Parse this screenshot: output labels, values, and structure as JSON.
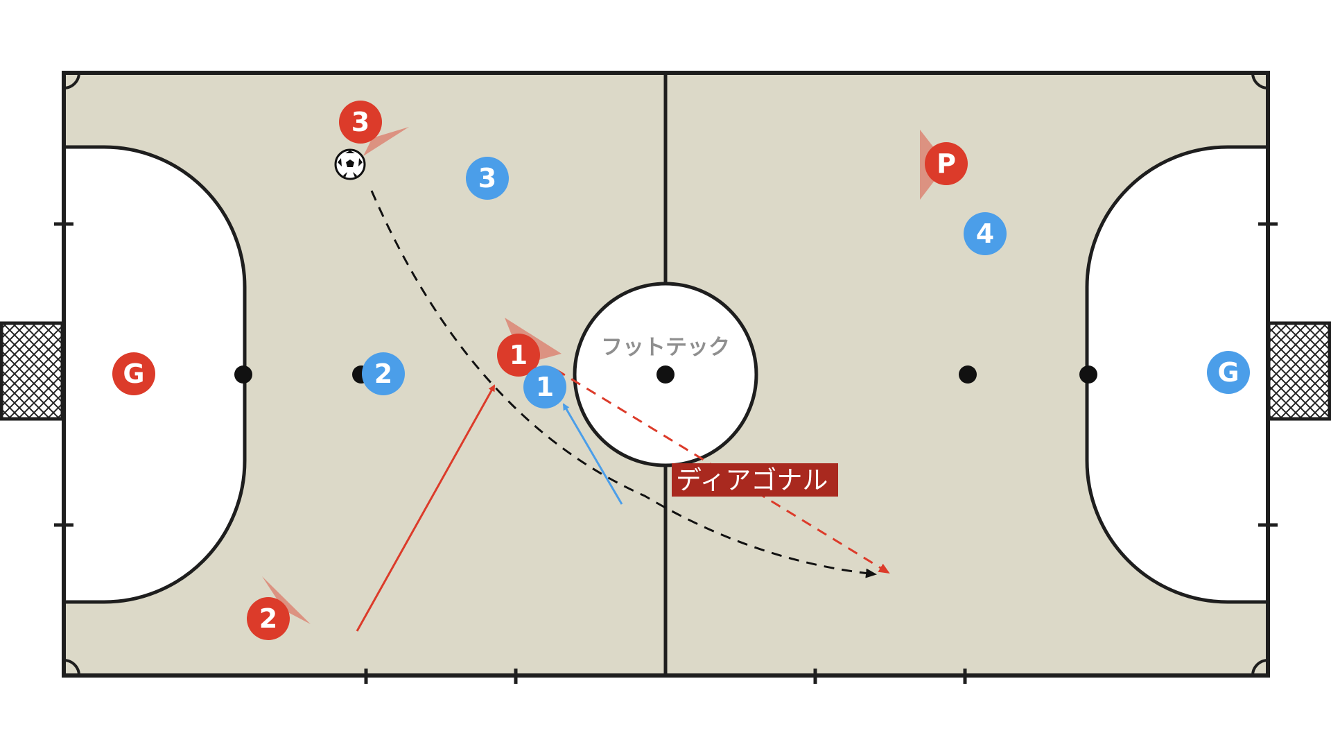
{
  "court": {
    "surface_color": "#dcd9c8",
    "line_color": "#1e1e1e",
    "area_color": "#ffffff"
  },
  "branding": {
    "center_text": "フットテック"
  },
  "callout": {
    "text": "ディアゴナル",
    "color": "#a9291f"
  },
  "teams": {
    "red": {
      "color": "#dc3b2a"
    },
    "blue": {
      "color": "#4b9ee9"
    }
  },
  "players": [
    {
      "id": "red-goalkeeper",
      "team": "red",
      "label": "G"
    },
    {
      "id": "red-1",
      "team": "red",
      "label": "1"
    },
    {
      "id": "red-2",
      "team": "red",
      "label": "2"
    },
    {
      "id": "red-3",
      "team": "red",
      "label": "3"
    },
    {
      "id": "red-pivot",
      "team": "red",
      "label": "P"
    },
    {
      "id": "blue-goalkeeper",
      "team": "blue",
      "label": "G"
    },
    {
      "id": "blue-1",
      "team": "blue",
      "label": "1"
    },
    {
      "id": "blue-2",
      "team": "blue",
      "label": "2"
    },
    {
      "id": "blue-3",
      "team": "blue",
      "label": "3"
    },
    {
      "id": "blue-4",
      "team": "blue",
      "label": "4"
    }
  ],
  "movements": [
    {
      "id": "ball-pass",
      "style": "dashed",
      "color": "#111111"
    },
    {
      "id": "red-1-diagonal-run",
      "style": "dashed",
      "color": "#dc3b2a"
    },
    {
      "id": "red-2-run",
      "style": "solid",
      "color": "#dc3b2a"
    },
    {
      "id": "blue-1-track",
      "style": "solid",
      "color": "#4b9ee9"
    }
  ]
}
